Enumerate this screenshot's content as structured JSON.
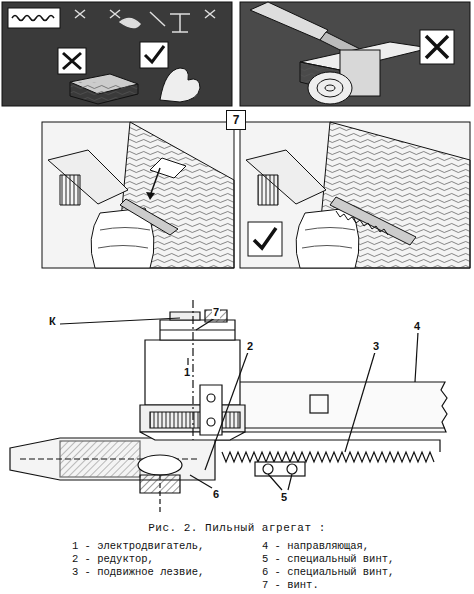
{
  "diagram": {
    "caption": "Рис. 2. Пильный агрегат :",
    "nodes": [
      {
        "text": [
          "7"
        ]
      }
    ],
    "labels": [
      "К",
      "7",
      "1",
      "2",
      "3",
      "4",
      "5",
      "6",
      "1 - электродвигатель,",
      "2 - редуктор,",
      "3 - подвижное лезвие,",
      "4 - направляющая,",
      "5 - специальный винт,",
      "6 - специальный винт,",
      "7 - винт."
    ]
  }
}
